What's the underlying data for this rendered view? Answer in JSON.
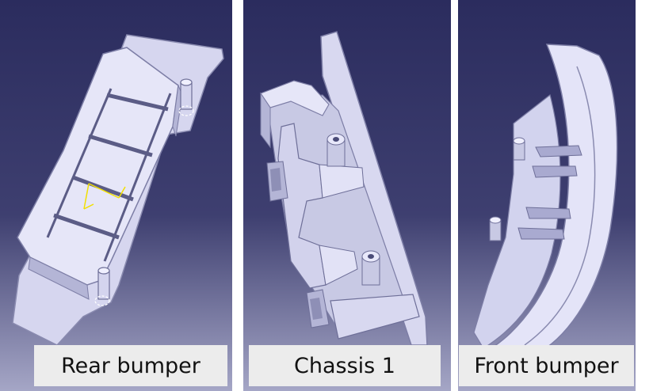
{
  "panels": [
    {
      "caption": "Rear bumper"
    },
    {
      "caption": "Chassis 1"
    },
    {
      "caption": "Front bumper"
    }
  ],
  "colors": {
    "viewport_top": "#2b2c5e",
    "viewport_bottom": "#a5a6c6",
    "part_fill": "#e0e0f4",
    "part_shade": "#b8b9d8",
    "caption_bg": "#ececec"
  }
}
